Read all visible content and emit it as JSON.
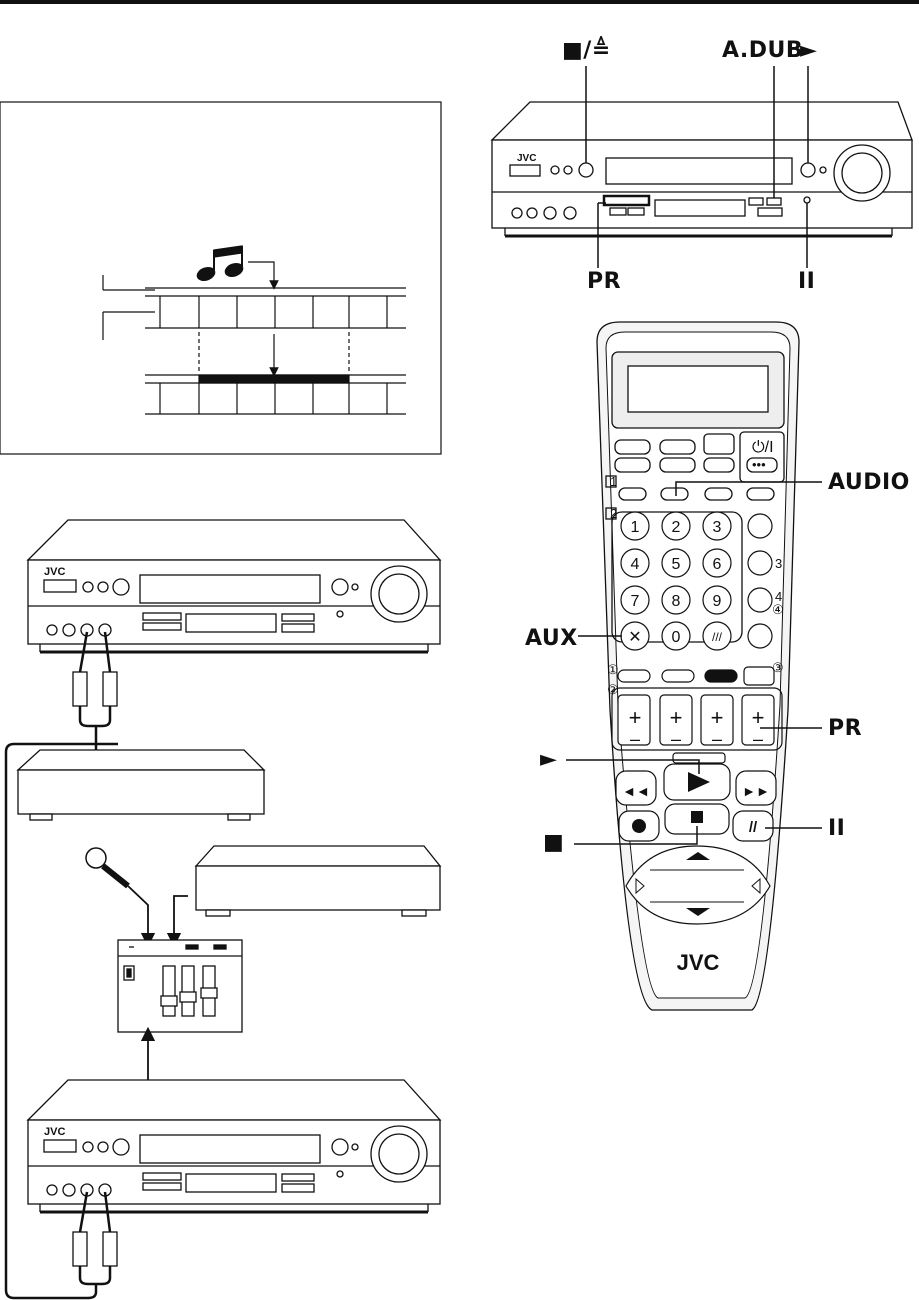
{
  "vcr_front": {
    "labels": {
      "stop_eject": "■/≜",
      "audio_dub": "A.DUB",
      "play": "►",
      "program": "PR",
      "pause": "II"
    },
    "brand": "JVC"
  },
  "remote": {
    "labels": {
      "audio": "AUDIO",
      "aux": "AUX",
      "program": "PR",
      "play": "►",
      "stop": "■",
      "pause": "II"
    },
    "number_keys": [
      "1",
      "2",
      "3",
      "4",
      "5",
      "6",
      "7",
      "8",
      "9",
      "0"
    ],
    "group_marks": [
      "1",
      "2",
      "3",
      "4"
    ],
    "circled_marks": [
      "①",
      "②",
      "③",
      "④"
    ],
    "brand": "JVC"
  },
  "connection_vcr": {
    "brand": "JVC"
  },
  "colors": {
    "ink": "#111111",
    "panel": "#e6e6e6",
    "remote_body": "#f2f2f2"
  }
}
